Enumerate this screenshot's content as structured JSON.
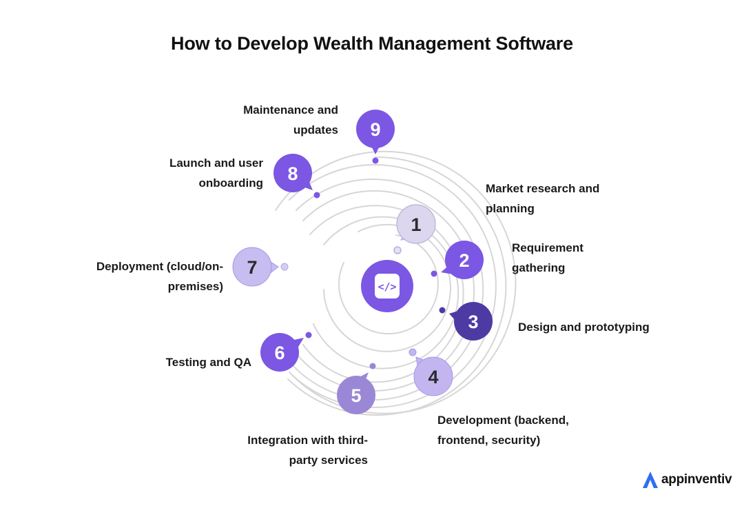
{
  "title": "How to Develop Wealth Management Software",
  "center_icon": "code-icon",
  "steps": [
    {
      "number": "1",
      "label_line1": "Market research and",
      "label_line2": "planning",
      "color": "#dcd6ee",
      "text_color": "#2b2b2b"
    },
    {
      "number": "2",
      "label_line1": "Requirement",
      "label_line2": "gathering",
      "color": "#7b57e4",
      "text_color": "#ffffff"
    },
    {
      "number": "3",
      "label_line1": "Design and prototyping",
      "label_line2": "",
      "color": "#4d3aa3",
      "text_color": "#ffffff"
    },
    {
      "number": "4",
      "label_line1": "Development (backend,",
      "label_line2": "frontend, security)",
      "color": "#c3b6f0",
      "text_color": "#2b2b2b"
    },
    {
      "number": "5",
      "label_line1": "Integration with third-",
      "label_line2": "party services",
      "color": "#9a88d6",
      "text_color": "#ffffff"
    },
    {
      "number": "6",
      "label_line1": "Testing and QA",
      "label_line2": "",
      "color": "#7b57e4",
      "text_color": "#ffffff"
    },
    {
      "number": "7",
      "label_line1": "Deployment (cloud/on-",
      "label_line2": "premises)",
      "color": "#c7bdf0",
      "text_color": "#2b2b2b"
    },
    {
      "number": "8",
      "label_line1": "Launch and user",
      "label_line2": "onboarding",
      "color": "#7b57e4",
      "text_color": "#ffffff"
    },
    {
      "number": "9",
      "label_line1": "Maintenance and",
      "label_line2": "updates",
      "color": "#7b57e4",
      "text_color": "#ffffff"
    }
  ],
  "brand": {
    "name": "appinventiv",
    "logo_icon": "appinventiv-logo-icon",
    "color": "#2d6ef5"
  },
  "colors": {
    "ring": "#d6d6d6",
    "hub": "#7b57e4"
  }
}
